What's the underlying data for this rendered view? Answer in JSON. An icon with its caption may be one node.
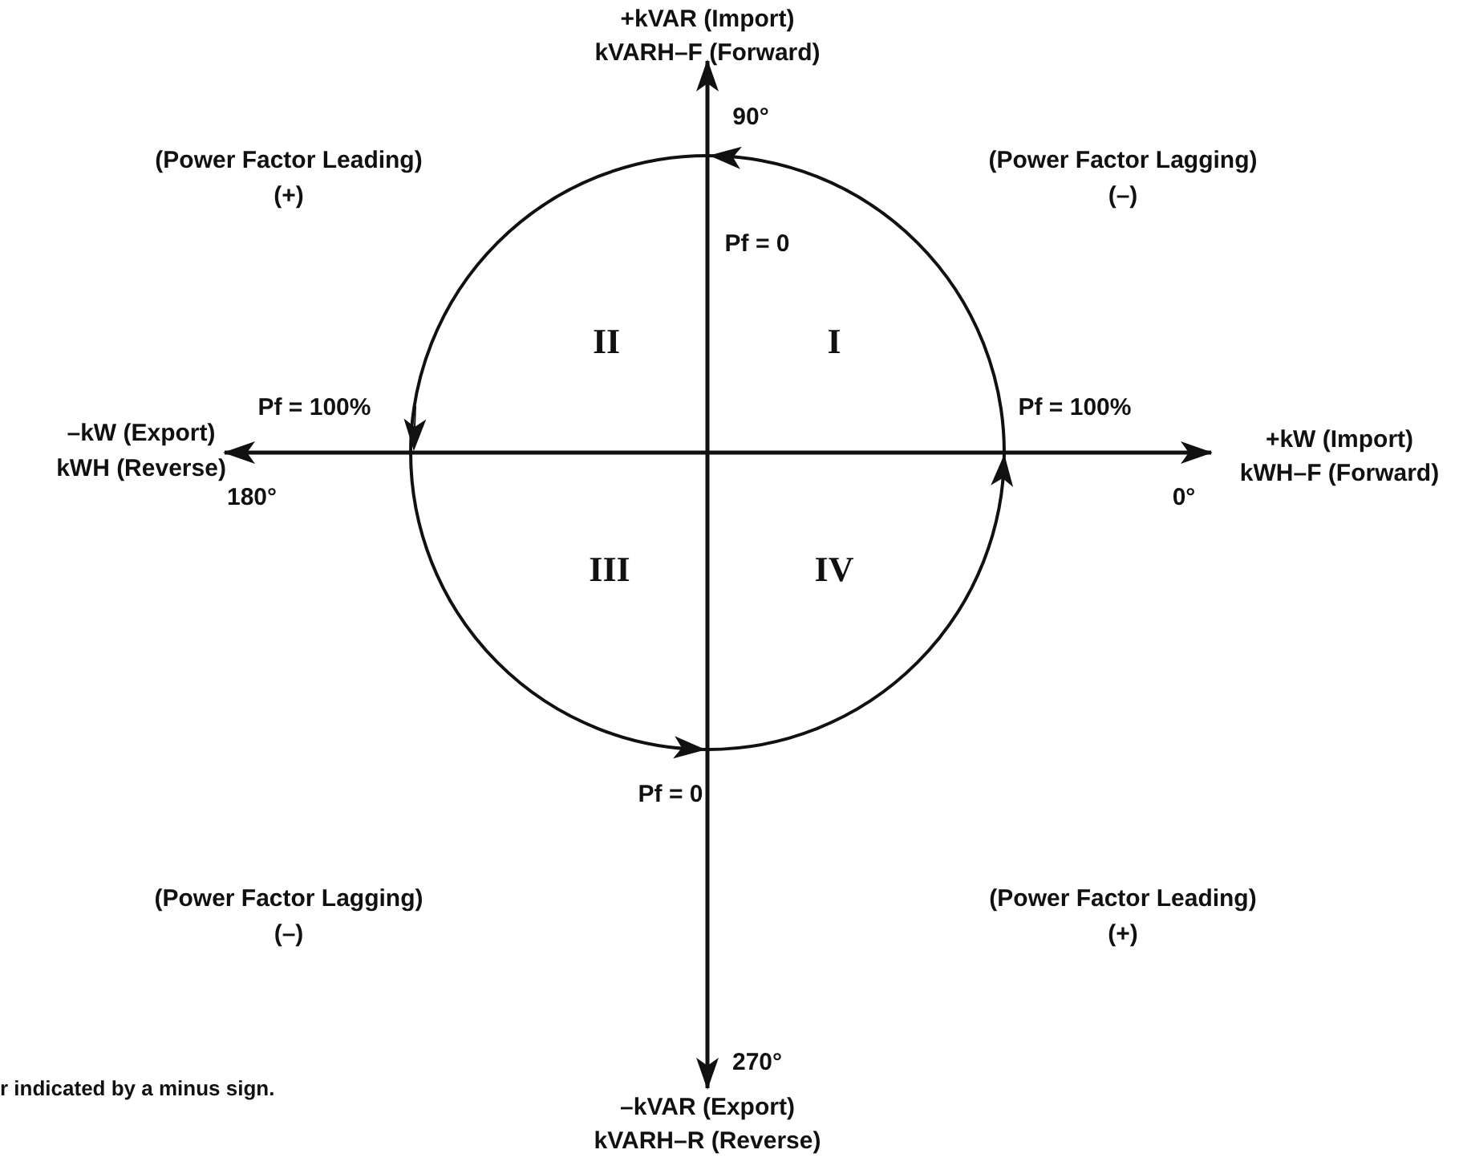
{
  "diagram": {
    "labels": [
      "+kVAR (Import)",
      "kVARH–F (Forward)",
      "90°",
      "(Power Factor Leading)",
      "(+)",
      "(Power Factor Lagging)",
      "(–)",
      "Pf = 0",
      "II",
      "I",
      "Pf = 100%",
      "Pf = 100%",
      "–kW (Export)",
      "kWH (Reverse)",
      "+kW (Import)",
      "kWH–F (Forward)",
      "180°",
      "0°",
      "III",
      "IV",
      "Pf = 0",
      "(Power Factor Lagging)",
      "(–)",
      "(Power Factor Leading)",
      "(+)",
      "270°",
      "r indicated by a minus sign.",
      "–kVAR (Export)",
      "kVARH–R (Reverse)"
    ]
  }
}
